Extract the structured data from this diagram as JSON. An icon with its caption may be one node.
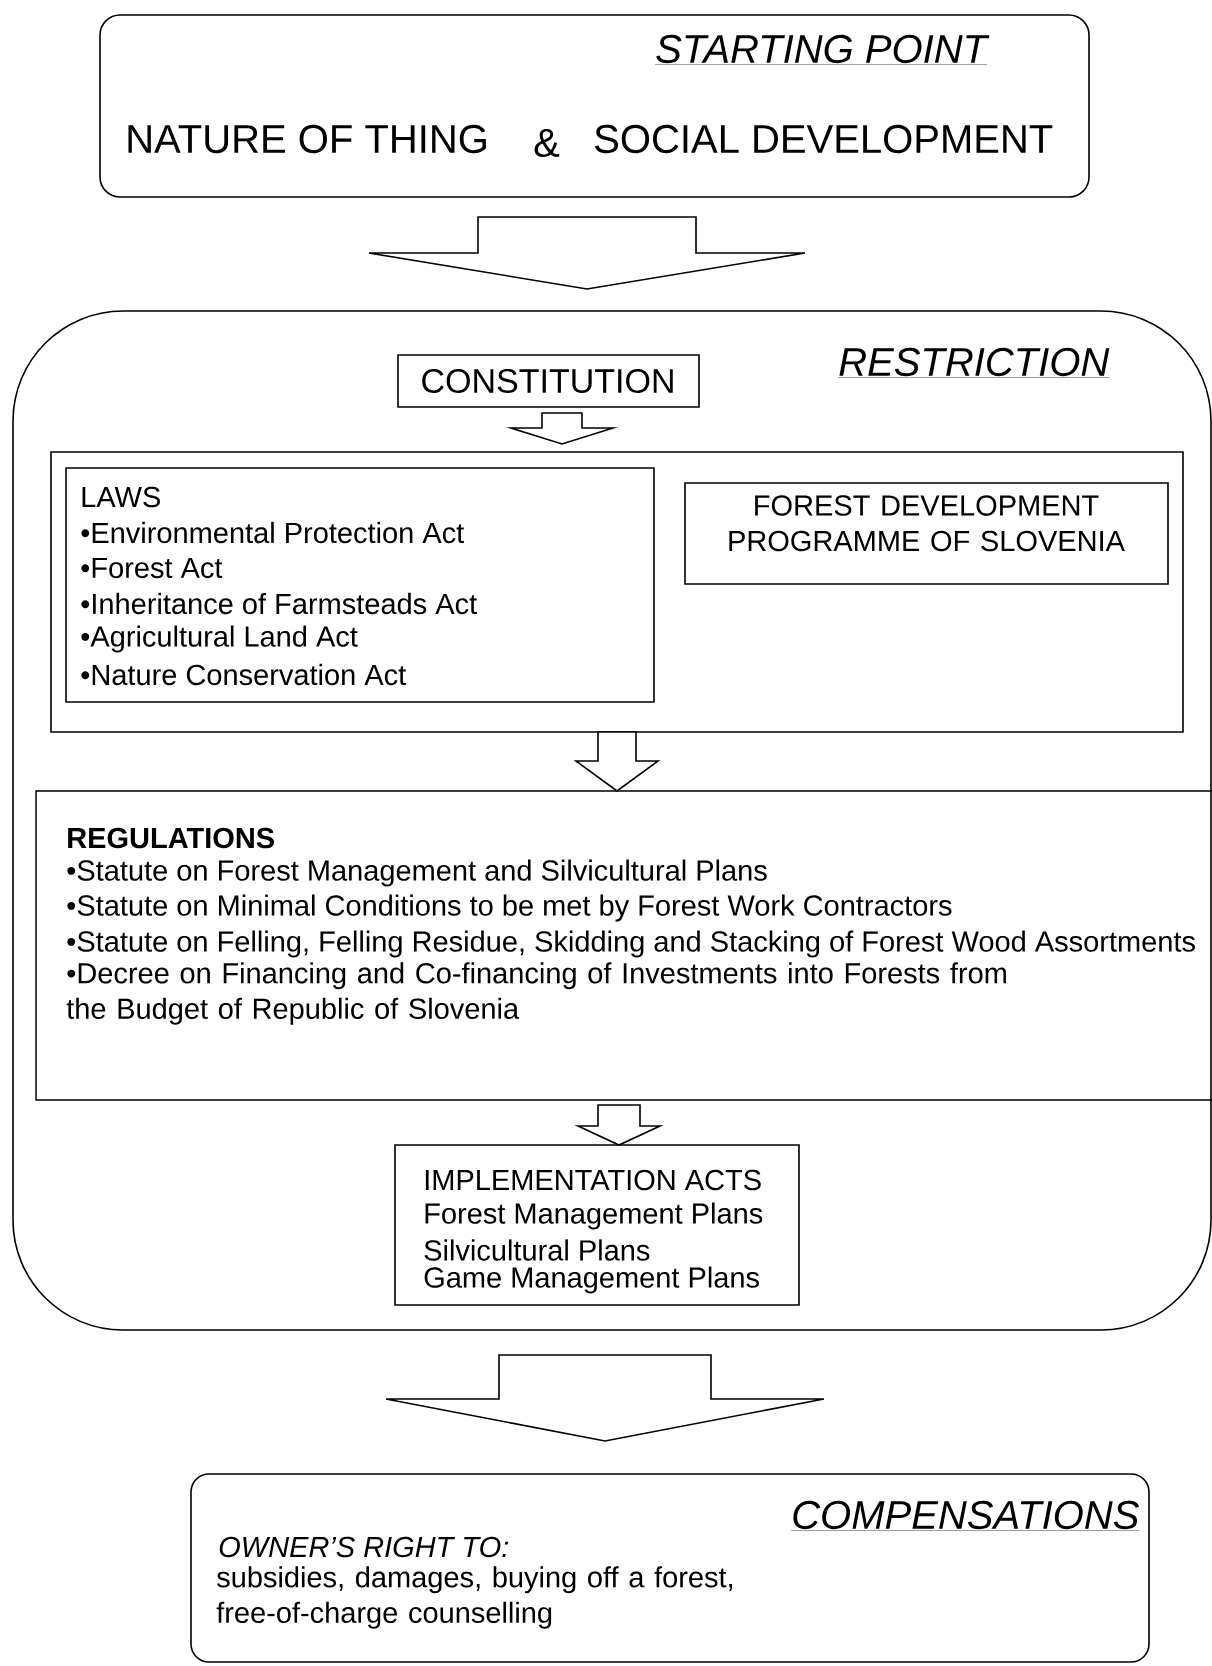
{
  "diagram": {
    "nodes": [
      {
        "text": [
          "STARTING POINT",
          "NATURE OF THING",
          "&",
          "SOCIAL DEVELOPMENT"
        ]
      },
      {
        "text": [
          "RESTRICTION"
        ]
      },
      {
        "text": [
          "CONSTITUTION"
        ],
        "in": 1
      },
      {
        "text": [],
        "shape": "box",
        "in": 1
      },
      {
        "text": [
          "LAWS",
          "•Environmental Protection Act",
          "•Forest Act",
          "•Inheritance of Farmsteads Act",
          "•Agricultural Land Act",
          "•Nature Conservation Act"
        ],
        "in": 3
      },
      {
        "text": [
          "FOREST DEVELOPMENT PROGRAMME OF SLOVENIA"
        ],
        "in": 3
      },
      {
        "text": [
          "REGULATIONS",
          "•Statute on Forest Management and Silvicultural Plans",
          "•Statute on Minimal Conditions to be met by Forest Work Contractors",
          "•Statute on Felling, Felling Residue, Skidding and Stacking of Forest Wood Assortments",
          "•Decree on Financing and Co-financing of Investments into Forests from the Budget of Republic of Slovenia"
        ],
        "in": 1
      },
      {
        "text": [
          "IMPLEMENTATION ACTS",
          "Forest Management Plans",
          "Silvicultural Plans",
          "Game Management Plans"
        ],
        "in": 1
      },
      {
        "text": [
          "COMPENSATIONS",
          "OWNER’S RIGHT TO:",
          "subsidies, damages, buying off a forest, free-of-charge counselling"
        ]
      }
    ],
    "edges": [
      {
        "from": 0,
        "to": 1,
        "arrow": "to"
      },
      {
        "from": 2,
        "to": 3,
        "arrow": "to"
      },
      {
        "from": 3,
        "to": 6,
        "arrow": "to"
      },
      {
        "from": 6,
        "to": 7,
        "arrow": "to"
      },
      {
        "from": 1,
        "to": 8,
        "arrow": "to"
      }
    ]
  }
}
